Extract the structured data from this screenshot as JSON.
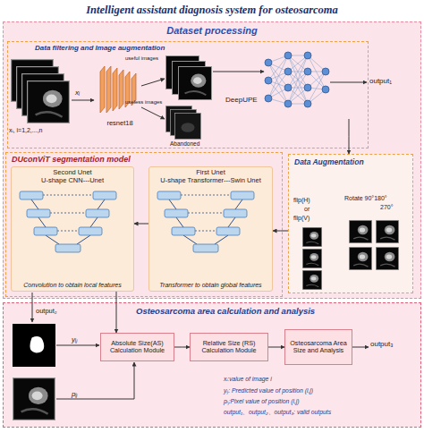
{
  "diagram": {
    "title": "Intelligent assistant diagnosis system for osteosarcoma",
    "nodes": [
      {
        "text": [
          "Dataset processing"
        ]
      },
      {
        "text": [
          "Data filtering and Image augmentation"
        ],
        "in": 0
      },
      {
        "text": [
          "resnet18"
        ],
        "in": 1
      },
      {
        "text": [
          "DeepUPE"
        ],
        "in": 1
      },
      {
        "text": [
          "Data Augmentation"
        ],
        "in": 0
      },
      {
        "text": [
          "DUconViT segmentation model"
        ],
        "in": 0
      },
      {
        "text": [
          "Second Unet",
          "U-shape CNN---Unet",
          "Convolution to obtain local features"
        ],
        "in": 5
      },
      {
        "text": [
          "First Unet",
          "U-shape Transformer---Swin Unet",
          "Transformer to obtain global features"
        ],
        "in": 5
      },
      {
        "text": [
          "Osteosarcoma area calculation and analysis"
        ]
      },
      {
        "text": [
          "Absolute Size(AS) Calculation Module"
        ],
        "in": 8
      },
      {
        "text": [
          "Relative Size (RS) Calculation Module"
        ],
        "in": 8
      },
      {
        "text": [
          "Osteosarcoma Area Size and Analysis"
        ],
        "in": 8
      }
    ],
    "edges": [
      {
        "from": 3,
        "to": 4,
        "arrow": "to"
      },
      {
        "from": 4,
        "to": 7,
        "arrow": "to"
      },
      {
        "from": 7,
        "to": 6,
        "arrow": "to"
      },
      {
        "from": 6,
        "to": 9,
        "arrow": "to"
      },
      {
        "from": 9,
        "to": 10,
        "arrow": "to"
      },
      {
        "from": 10,
        "to": 11,
        "arrow": "to"
      }
    ],
    "labels": [
      "xᵢ, i=1,2,...,n",
      "xᵢ",
      "useful images",
      "useless images",
      "Abandoned",
      "output₁",
      "flip(H)",
      "or",
      "flip(V)",
      "Rotate 90°180°",
      "270°",
      "output₂",
      "yᵢⱼ",
      "pᵢⱼ",
      "output₃",
      "xᵢ:value of image i",
      "yᵢⱼ: Predicted value of position (i,j)",
      "pᵢⱼ:Pixel value of position (i,j)",
      "output₁、output₂、output₃: valid outputs"
    ]
  }
}
